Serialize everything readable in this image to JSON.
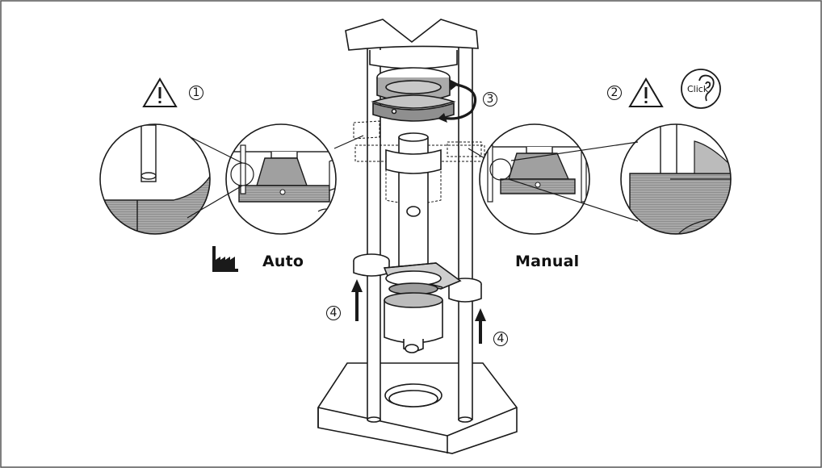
{
  "labels": {
    "auto": "Auto",
    "manual": "Manual",
    "click": "Click"
  },
  "steps": {
    "step1": "1",
    "step2": "2",
    "step3": "3",
    "step4a": "4",
    "step4b": "4"
  },
  "colors": {
    "line": "#1a1a1a",
    "gray_fill": "#9a9a9a",
    "light_gray": "#d0d0d0",
    "border": "#555555"
  },
  "icons": {
    "warning_left": "warning-triangle-icon",
    "warning_right": "warning-triangle-icon",
    "factory": "factory-icon",
    "click_ear": "ear-click-icon",
    "rotate": "rotate-arrow-icon"
  }
}
